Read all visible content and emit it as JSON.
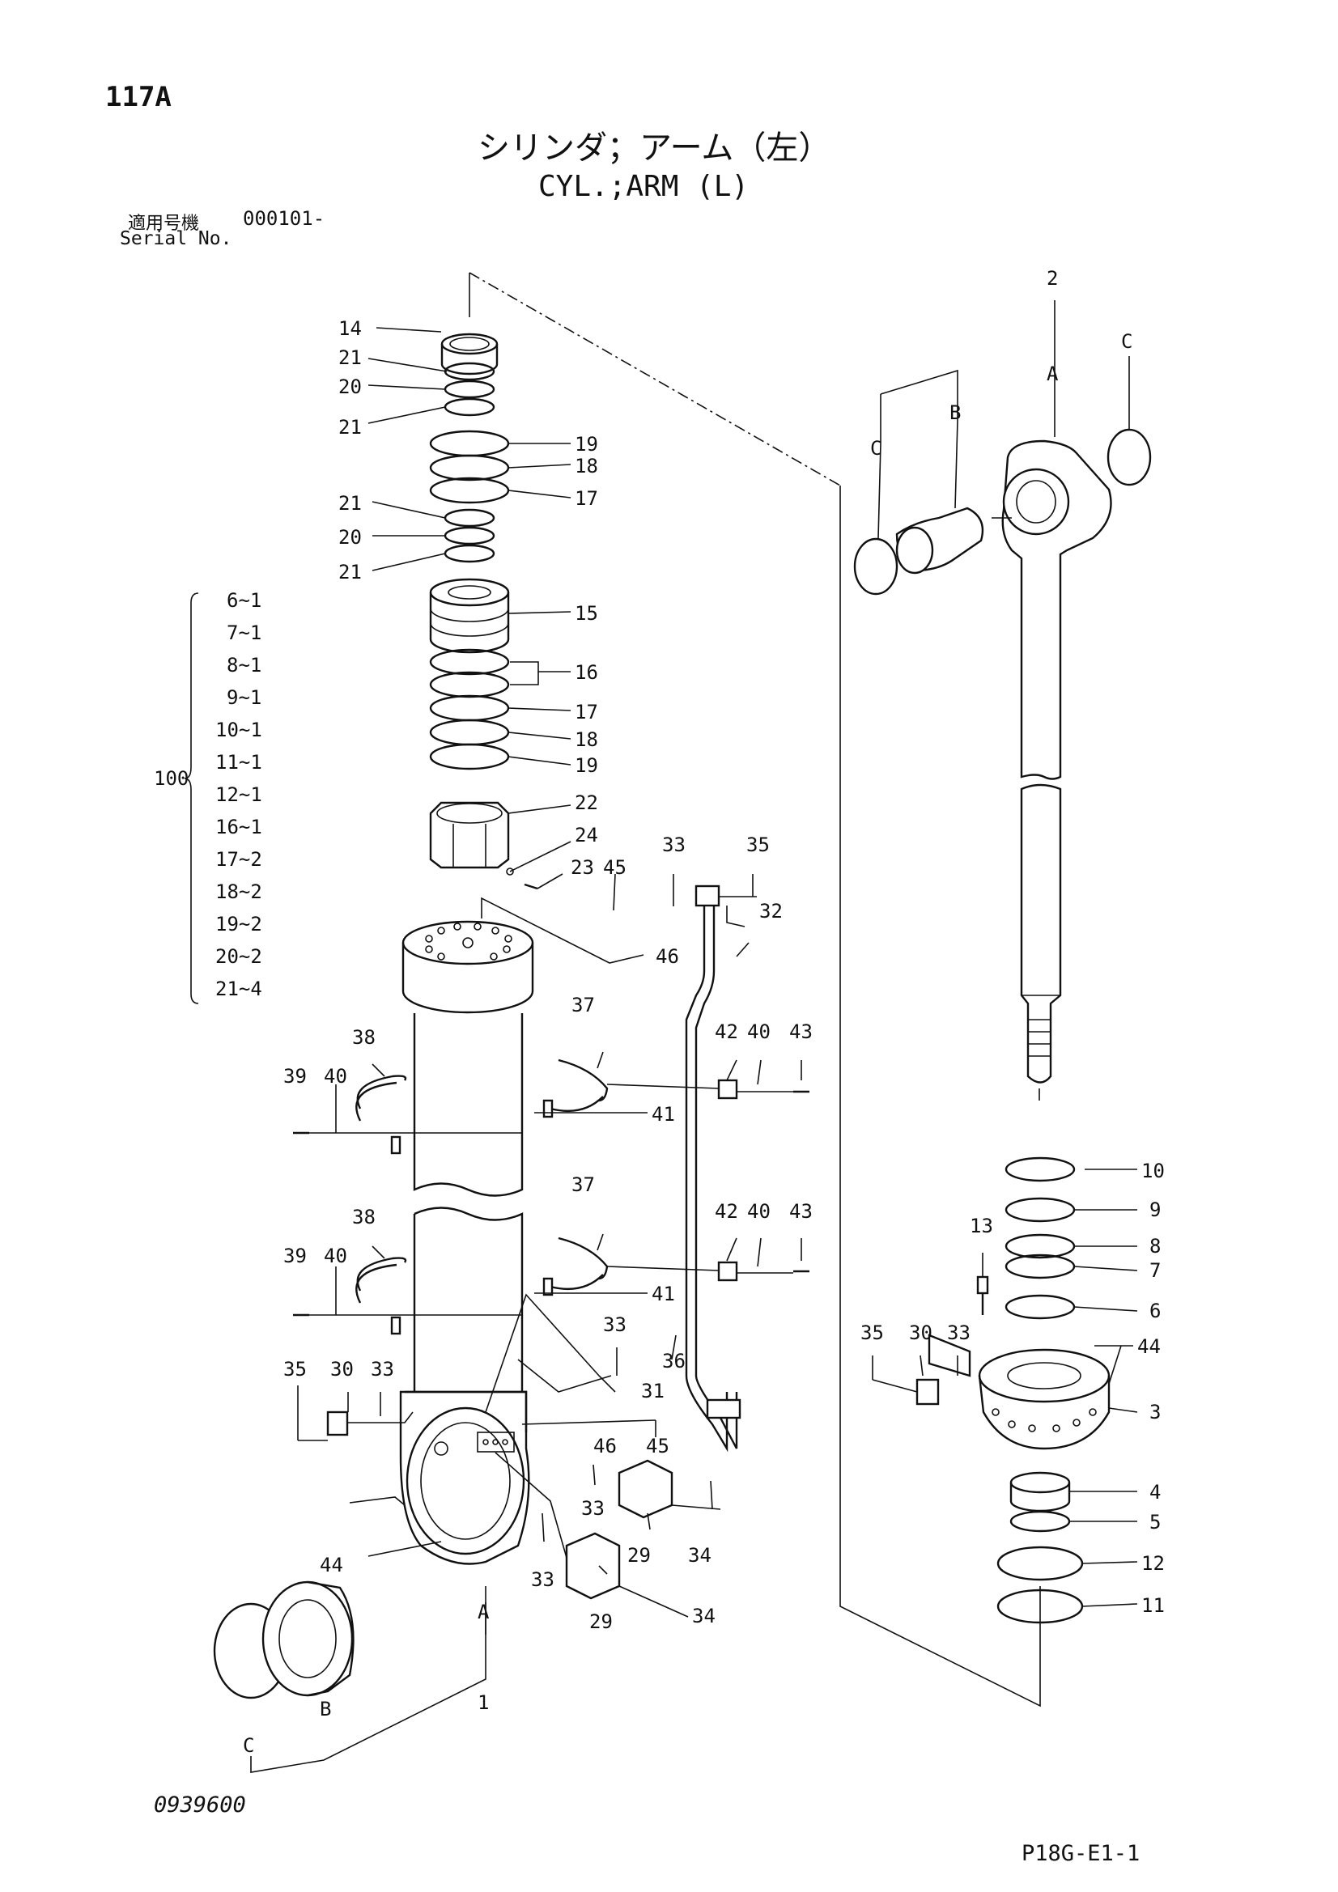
{
  "header": {
    "page_no": "117A",
    "title_jp": "シリンダ；アーム（左）",
    "title_en": "CYL.;ARM (L)",
    "serial_label_jp": "適用号機",
    "serial_code": "000101-",
    "serial_label_en": "Serial No."
  },
  "footer": {
    "doc_no": "0939600",
    "page_ref": "P18G-E1-1"
  },
  "kit": {
    "number": "100",
    "items": [
      "6~1",
      "7~1",
      "8~1",
      "9~1",
      "10~1",
      "11~1",
      "12~1",
      "16~1",
      "17~2",
      "18~2",
      "19~2",
      "20~2",
      "21~4"
    ]
  },
  "callouts": {
    "c1": "1",
    "c2": "2",
    "c3": "3",
    "c4": "4",
    "c5": "5",
    "c6": "6",
    "c7": "7",
    "c8": "8",
    "c9": "9",
    "c10": "10",
    "c11": "11",
    "c12": "12",
    "c13": "13",
    "c14": "14",
    "c15": "15",
    "c16": "16",
    "c17": "17",
    "c18": "18",
    "c19": "19",
    "c20": "20",
    "c21": "21",
    "c22": "22",
    "c23": "23",
    "c24": "24",
    "c29": "29",
    "c30": "30",
    "c31": "31",
    "c32": "32",
    "c33": "33",
    "c34": "34",
    "c35": "35",
    "c36": "36",
    "c37": "37",
    "c38": "38",
    "c39": "39",
    "c40": "40",
    "c41": "41",
    "c42": "42",
    "c43": "43",
    "c44": "44",
    "c45": "45",
    "c46": "46",
    "A": "A",
    "B": "B",
    "C": "C"
  }
}
